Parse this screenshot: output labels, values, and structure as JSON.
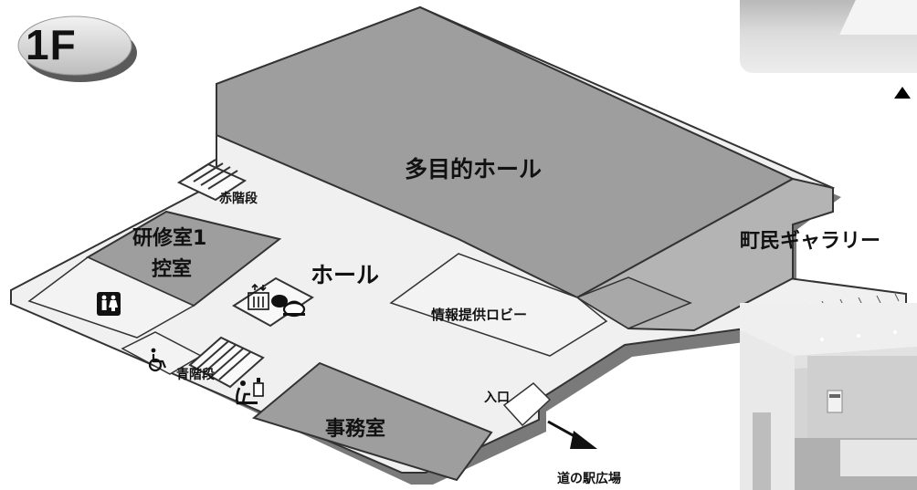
{
  "floor": "1F",
  "rooms": {
    "multipurpose_hall": "多目的ホール",
    "gallery": "町民ギャラリー",
    "hall": "ホール",
    "training_room": "研修室1",
    "waiting_room": "控室",
    "info_lobby": "情報提供ロビー",
    "office": "事務室",
    "red_stairs": "赤階段",
    "blue_stairs": "青階段",
    "entrance": "入口",
    "station_plaza": "道の駅広場"
  },
  "icons": [
    "floor-badge",
    "restroom-icon",
    "elevator-icon",
    "tea-service-icon",
    "wheelchair-icon",
    "baby-care-icon",
    "direction-arrow-icon",
    "triangle-marker-icon"
  ],
  "colors": {
    "room_fill": "#9e9e9e",
    "floor_fill": "#f0f0f0",
    "outline": "#333333"
  }
}
